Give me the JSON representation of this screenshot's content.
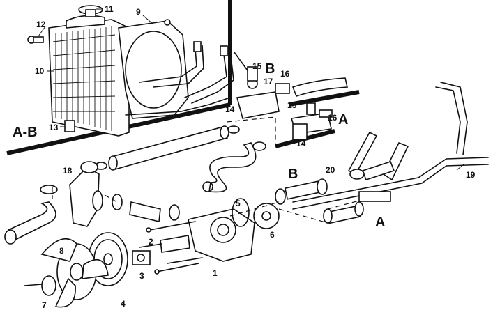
{
  "callouts": {
    "n1": "1",
    "n2": "2",
    "n3": "3",
    "n4": "4",
    "n5": "5",
    "n6": "6",
    "n7": "7",
    "n8": "8",
    "n9": "9",
    "n10": "10",
    "n11": "11",
    "n12": "12",
    "n13": "13",
    "n14a": "14",
    "n14b": "14",
    "n15a": "15",
    "n15b": "15",
    "n16a": "16",
    "n16b": "16",
    "n17": "17",
    "n18": "18",
    "n19": "19",
    "n20": "20"
  },
  "sections": {
    "ab": "A-B",
    "b_top": "B",
    "a_top": "A",
    "b_mid": "B",
    "a_bottom": "A"
  }
}
